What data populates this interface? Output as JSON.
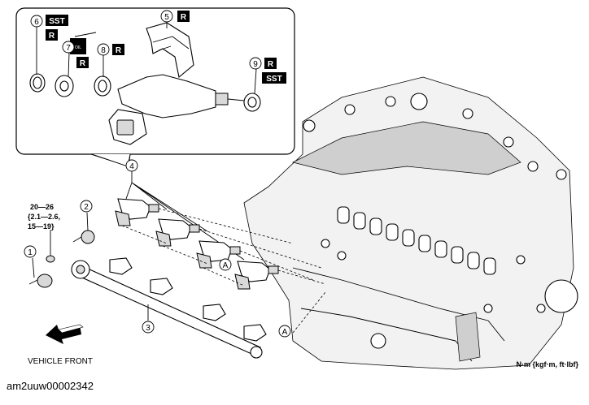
{
  "callouts": {
    "c1": "1",
    "c2": "2",
    "c3": "3",
    "c4": "4",
    "c5": "5",
    "c6": "6",
    "c7": "7",
    "c8": "8",
    "c9": "9"
  },
  "badges": {
    "sst": "SST",
    "r": "R"
  },
  "oil_label": "OIL",
  "torque_spec": {
    "line1": "20—26",
    "line2": "{2.1—2.6,",
    "line3": "15—19}"
  },
  "ref_marker": "A",
  "vehicle_front": "VEHICLE FRONT",
  "units_note": "N·m {kgf·m, ft·lbf}",
  "doc_id": "am2uuw00002342"
}
